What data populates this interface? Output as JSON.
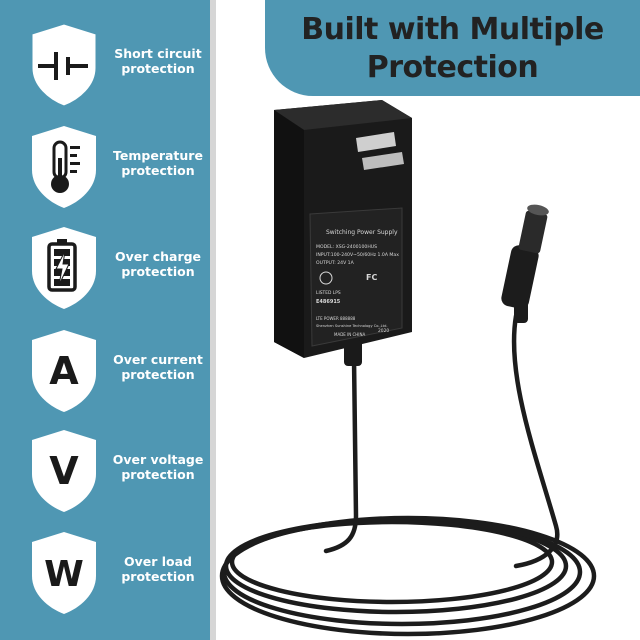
{
  "title": {
    "line1": "Built with Multiple",
    "line2": "Protection"
  },
  "features": [
    {
      "icon": "short-circuit-icon",
      "line1": "Short circuit",
      "line2": "protection"
    },
    {
      "icon": "thermometer-icon",
      "line1": "Temperature",
      "line2": "protection"
    },
    {
      "icon": "battery-charge-icon",
      "line1": "Over charge",
      "line2": "protection"
    },
    {
      "icon": "letter-a-icon",
      "glyph": "A",
      "line1": "Over current",
      "line2": "protection"
    },
    {
      "icon": "letter-v-icon",
      "glyph": "V",
      "line1": "Over voltage",
      "line2": "protection"
    },
    {
      "icon": "letter-w-icon",
      "glyph": "W",
      "line1": "Over load",
      "line2": "protection"
    }
  ],
  "adapter_label": {
    "heading": "Switching Power Supply",
    "model": "MODEL: XSG-2400100HUS",
    "input": "INPUT:100-240V~50/60Hz 1.0A Max",
    "output": "OUTPUT: 24V  1A",
    "listed": "LISTED  LPS",
    "file": "E486915",
    "maker1": "LTE POWER 888888",
    "maker2": "Shenzhen Sunshine Technology Co.,Ltd.",
    "made": "MADE IN CHINA",
    "code": "2020"
  },
  "colors": {
    "accent": "#4f97b3",
    "title_text": "#222222",
    "feature_text": "#ffffff",
    "product": "#1e1e1e"
  }
}
